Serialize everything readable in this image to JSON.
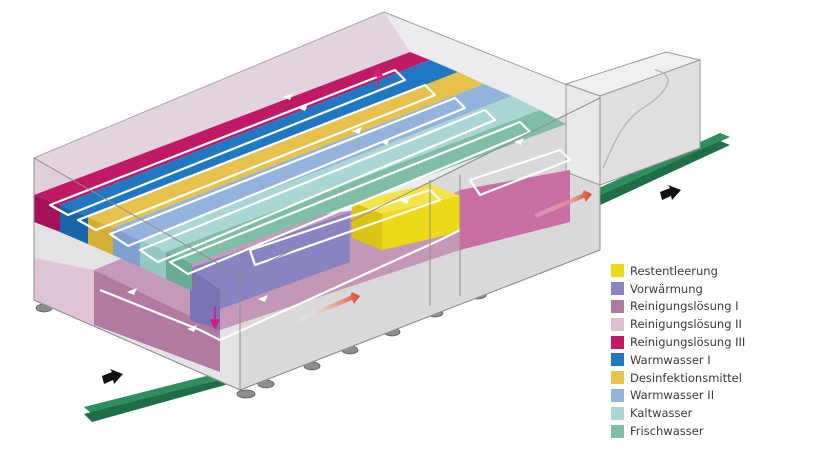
{
  "legend": [
    {
      "label": "Restentleerung",
      "color": "#ecd918"
    },
    {
      "label": "Vorwärmung",
      "color": "#8a83c2"
    },
    {
      "label": "Reinigungslösung I",
      "color": "#b17ba1"
    },
    {
      "label": "Reinigungslösung II",
      "color": "#ddc0d2"
    },
    {
      "label": "Reinigungslösung III",
      "color": "#c01a66"
    },
    {
      "label": "Warmwasser I",
      "color": "#1f78c1"
    },
    {
      "label": "Desinfektionsmittel",
      "color": "#e6c24d"
    },
    {
      "label": "Warmwasser II",
      "color": "#94b3dc"
    },
    {
      "label": "Kaltwasser",
      "color": "#aad6d4"
    },
    {
      "label": "Frischwasser",
      "color": "#7fbda7"
    }
  ],
  "colors": {
    "conveyor": "#2e8e5f",
    "housing_fill": "#e4e4e6",
    "housing_stroke": "#9a9a9a",
    "arrow": "#111111"
  }
}
